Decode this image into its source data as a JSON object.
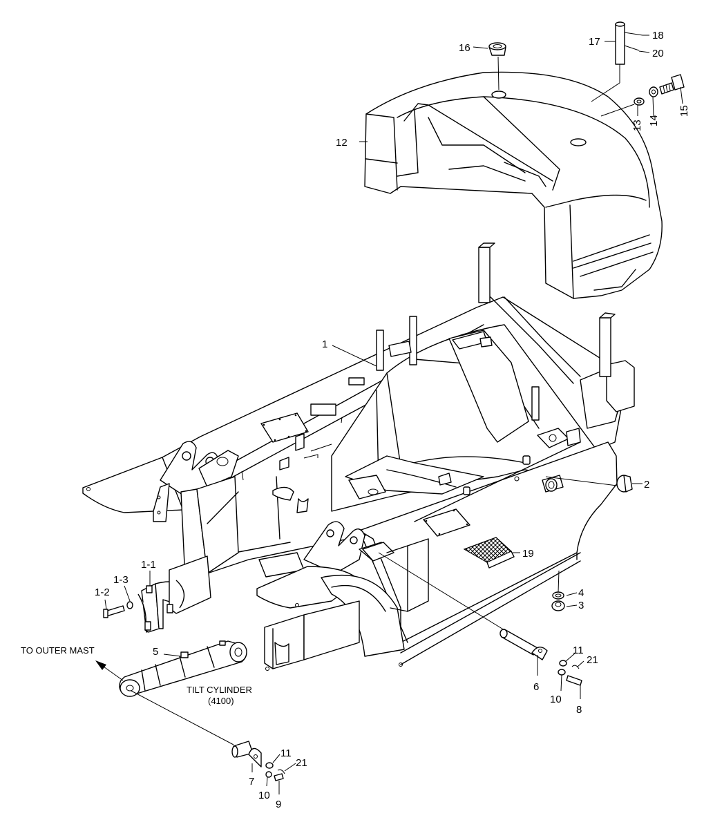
{
  "callouts": {
    "c1": "1",
    "c1_1": "1-1",
    "c1_2": "1-2",
    "c1_3": "1-3",
    "c2": "2",
    "c3": "3",
    "c4": "4",
    "c5": "5",
    "c6": "6",
    "c7": "7",
    "c8": "8",
    "c9": "9",
    "c10a": "10",
    "c10b": "10",
    "c11a": "11",
    "c11b": "11",
    "c12": "12",
    "c13": "13",
    "c14": "14",
    "c15": "15",
    "c16": "16",
    "c17": "17",
    "c18": "18",
    "c19": "19",
    "c20": "20",
    "c21a": "21",
    "c21b": "21"
  },
  "captions": {
    "outer_mast": "TO OUTER MAST",
    "tilt_cylinder": "TILT CYLINDER",
    "tilt_cylinder_ref": "(4100)"
  }
}
